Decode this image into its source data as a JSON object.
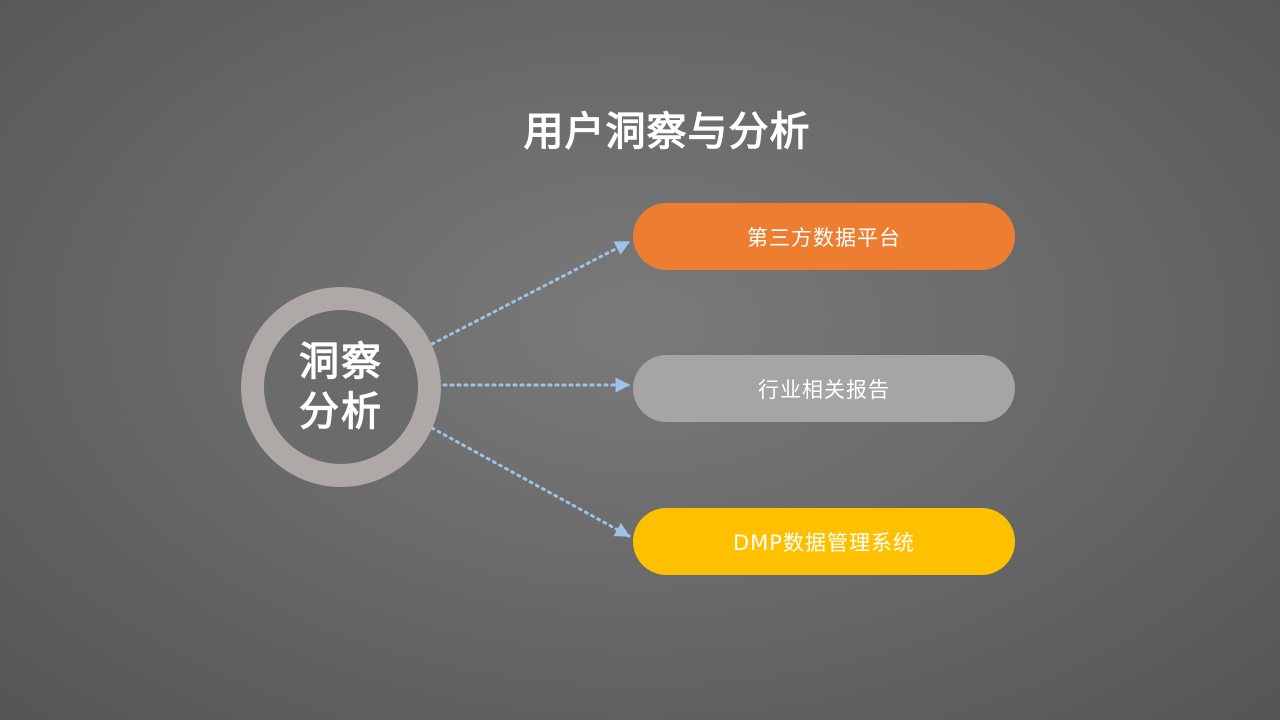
{
  "slide": {
    "title": "用户洞察与分析"
  },
  "hub": {
    "label": "洞察分析",
    "ring_color": "#aea8a6",
    "core_color": "#6b6b6b"
  },
  "branches": [
    {
      "label": "第三方数据平台",
      "color": "#ed7d31"
    },
    {
      "label": "行业相关报告",
      "color": "#a5a5a5"
    },
    {
      "label": "DMP数据管理系统",
      "color": "#ffc000"
    }
  ],
  "connector_color": "#9dc3e6"
}
